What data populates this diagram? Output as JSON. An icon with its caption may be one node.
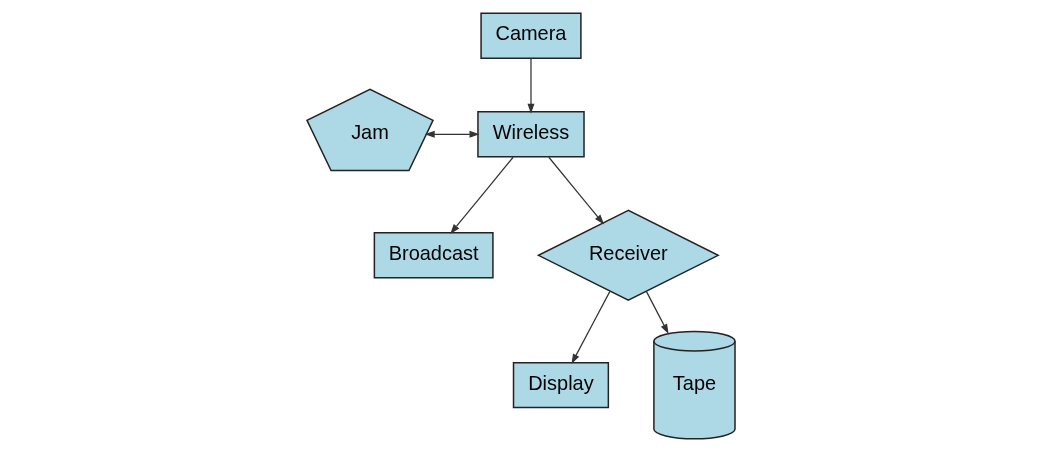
{
  "diagram": {
    "nodes": [
      {
        "text": [
          "Camera"
        ]
      },
      {
        "text": [
          "Jam"
        ]
      },
      {
        "text": [
          "Wireless"
        ]
      },
      {
        "text": [
          "Broadcast"
        ]
      },
      {
        "text": [
          "Receiver"
        ]
      },
      {
        "text": [
          "Display"
        ]
      },
      {
        "text": [
          "Tape"
        ]
      }
    ],
    "edges": [
      {
        "from": 0,
        "to": 2,
        "arrow": "to"
      },
      {
        "from": 1,
        "to": 2,
        "arrow": "both"
      },
      {
        "from": 2,
        "to": 4,
        "arrow": "to"
      },
      {
        "from": 2,
        "to": 3,
        "arrow": "to"
      },
      {
        "from": 4,
        "to": 5,
        "arrow": "to"
      },
      {
        "from": 4,
        "to": 6,
        "arrow": "to"
      }
    ]
  }
}
